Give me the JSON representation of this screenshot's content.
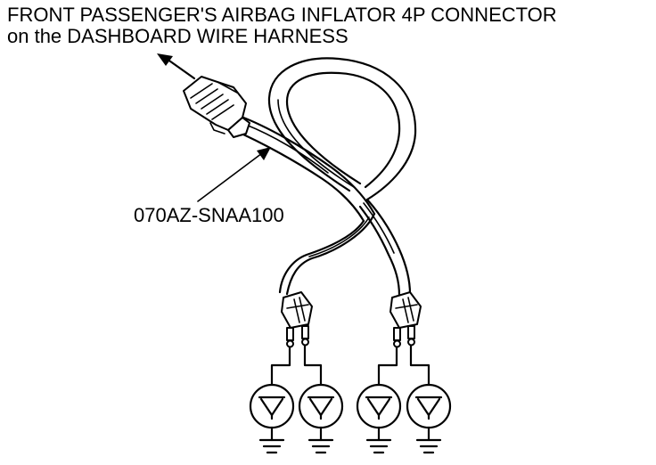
{
  "title": {
    "line1": "FRONT PASSENGER'S AIRBAG INFLATOR 4P CONNECTOR",
    "line2": "on the DASHBOARD WIRE HARNESS"
  },
  "tool": {
    "part_number": "070AZ-SNAA100"
  },
  "icons": {
    "direction": "arrow-icon",
    "bulb": "test-bulb-icon",
    "ground": "ground-symbol-icon"
  },
  "colors": {
    "line": "#000000",
    "background": "#ffffff"
  }
}
